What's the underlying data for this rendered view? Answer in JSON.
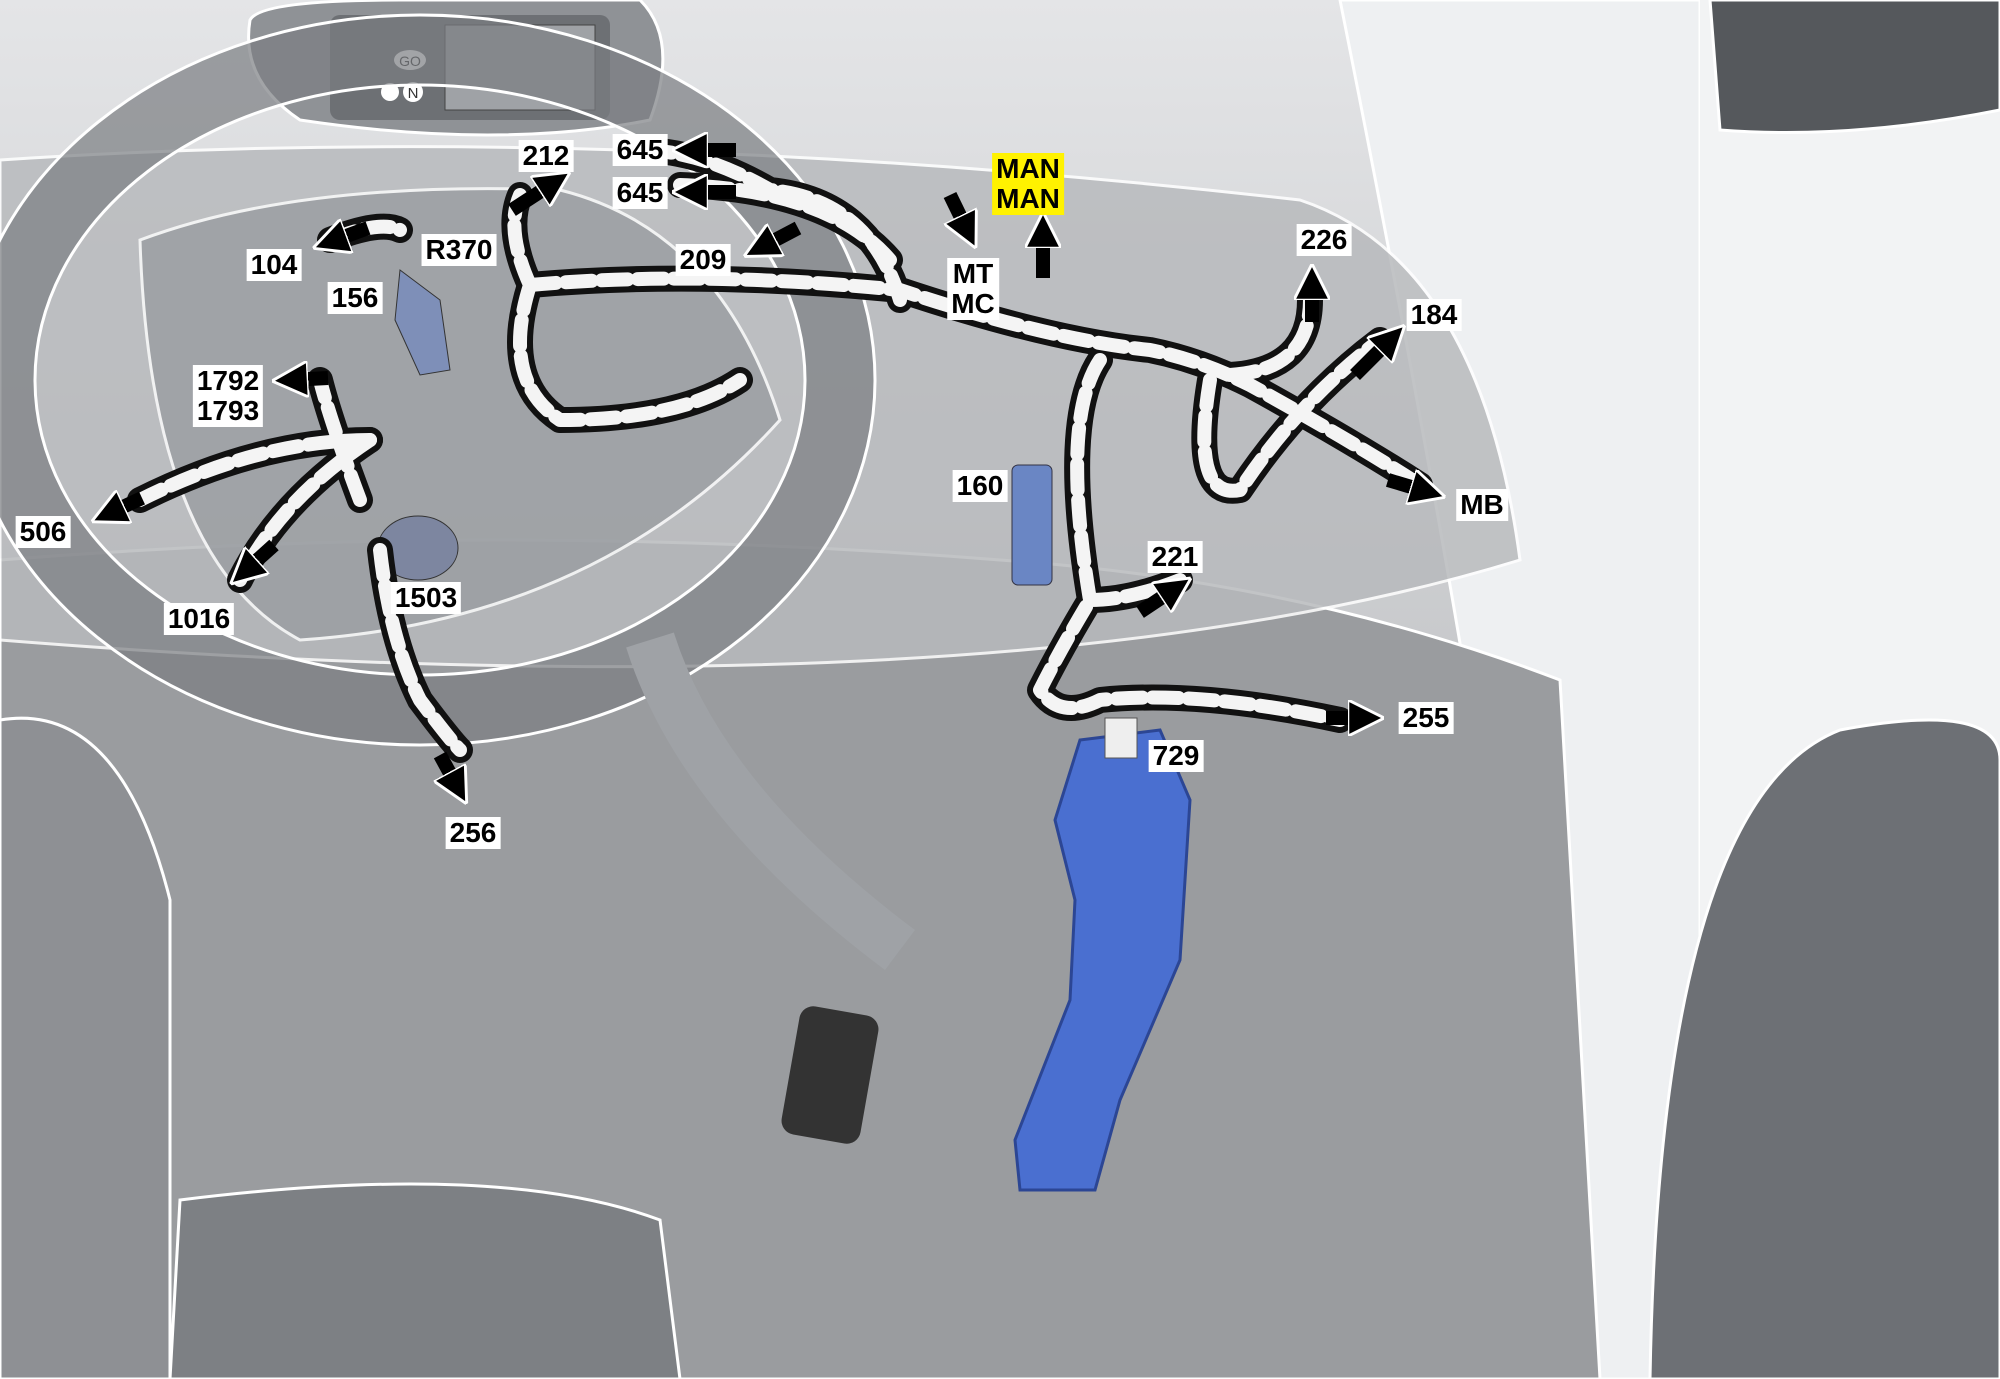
{
  "diagram": {
    "colors": {
      "background": "#c9cacc",
      "harness": "#111111",
      "connector_blue": "#4a6fd0",
      "highlight": "#fff200"
    },
    "cluster_display": {
      "go_text": "GO",
      "neutral_text": "N"
    },
    "labels": {
      "l212": "212",
      "l645a": "645",
      "l645b": "645",
      "man1": "MAN",
      "man2": "MAN",
      "l104": "104",
      "r370": "R370",
      "l156": "156",
      "l209": "209",
      "mt": "MT",
      "mc": "MC",
      "l226": "226",
      "l184": "184",
      "l1792": "1792",
      "l1793": "1793",
      "l506": "506",
      "l160": "160",
      "mb": "MB",
      "l221": "221",
      "l1016": "1016",
      "l1503": "1503",
      "l255": "255",
      "l729": "729",
      "l256": "256"
    }
  }
}
